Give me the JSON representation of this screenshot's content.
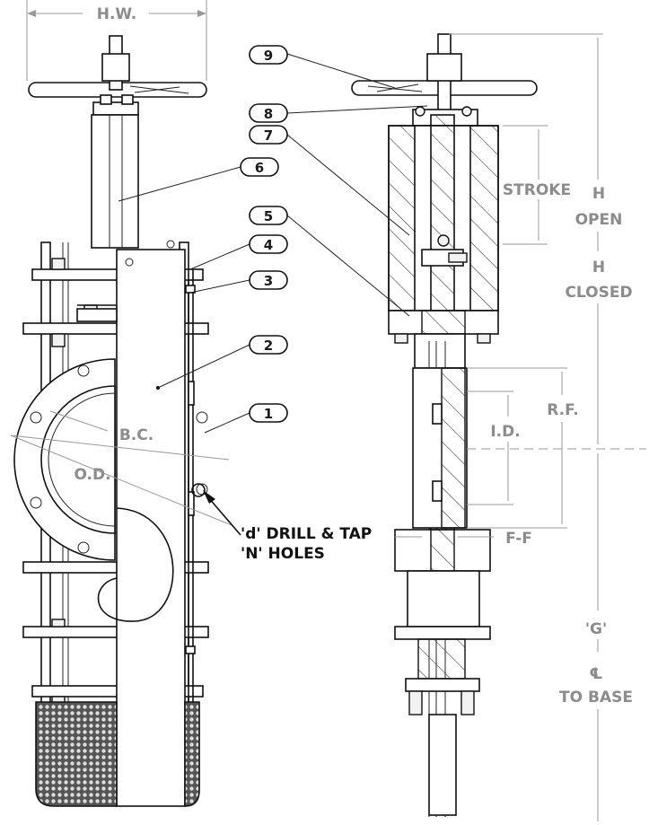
{
  "dimensions": {
    "hw": "H.W.",
    "stroke": "STROKE",
    "h_open_1": "H",
    "h_open_2": "OPEN",
    "h_closed_1": "H",
    "h_closed_2": "CLOSED",
    "rf": "R.F.",
    "id": "I.D.",
    "bc": "B.C.",
    "od": "O.D.",
    "ff": "F-F",
    "g": "'G'",
    "cl": "℄",
    "to_base": "TO BASE"
  },
  "note": {
    "line1": "'d' DRILL & TAP",
    "line2": "'N' HOLES"
  },
  "callouts": [
    "1",
    "2",
    "3",
    "4",
    "5",
    "6",
    "7",
    "8",
    "9"
  ]
}
